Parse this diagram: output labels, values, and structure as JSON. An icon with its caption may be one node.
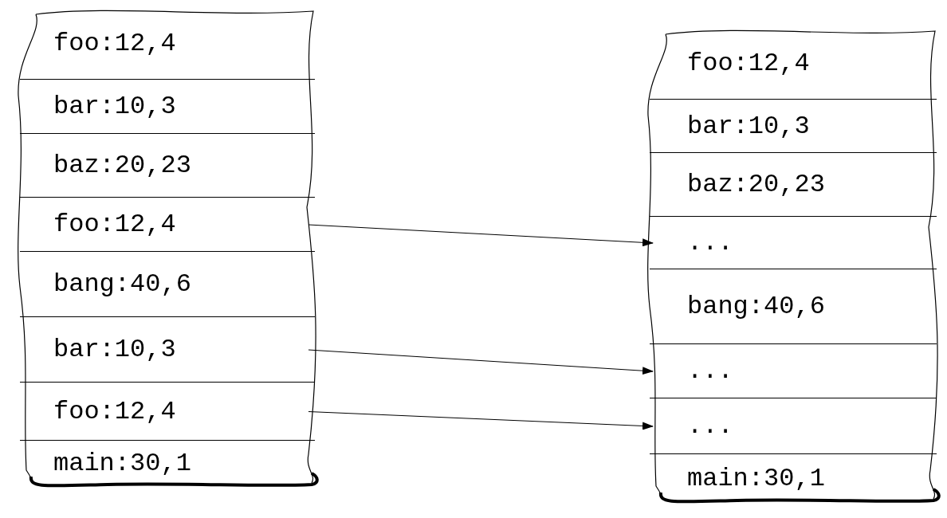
{
  "diagram": {
    "nodes": [
      {
        "text": [],
        "shape": "box"
      },
      {
        "text": [
          "foo:12,4"
        ],
        "in": 0
      },
      {
        "text": [
          "bar:10,3"
        ],
        "in": 0
      },
      {
        "text": [
          "baz:20,23"
        ],
        "in": 0
      },
      {
        "text": [
          "foo:12,4"
        ],
        "in": 0
      },
      {
        "text": [
          "bang:40,6"
        ],
        "in": 0
      },
      {
        "text": [
          "bar:10,3"
        ],
        "in": 0
      },
      {
        "text": [
          "foo:12,4"
        ],
        "in": 0
      },
      {
        "text": [
          "main:30,1"
        ],
        "in": 0
      },
      {
        "text": [],
        "shape": "box"
      },
      {
        "text": [
          "foo:12,4"
        ],
        "in": 9
      },
      {
        "text": [
          "bar:10,3"
        ],
        "in": 9
      },
      {
        "text": [
          "baz:20,23"
        ],
        "in": 9
      },
      {
        "text": [
          "..."
        ],
        "in": 9
      },
      {
        "text": [
          "bang:40,6"
        ],
        "in": 9
      },
      {
        "text": [
          "..."
        ],
        "in": 9
      },
      {
        "text": [
          "..."
        ],
        "in": 9
      },
      {
        "text": [
          "main:30,1"
        ],
        "in": 9
      }
    ],
    "edges": [
      {
        "from": 4,
        "to": 13,
        "arrow": "to"
      },
      {
        "from": 6,
        "to": 15,
        "arrow": "to"
      },
      {
        "from": 7,
        "to": 16,
        "arrow": "to"
      }
    ]
  }
}
